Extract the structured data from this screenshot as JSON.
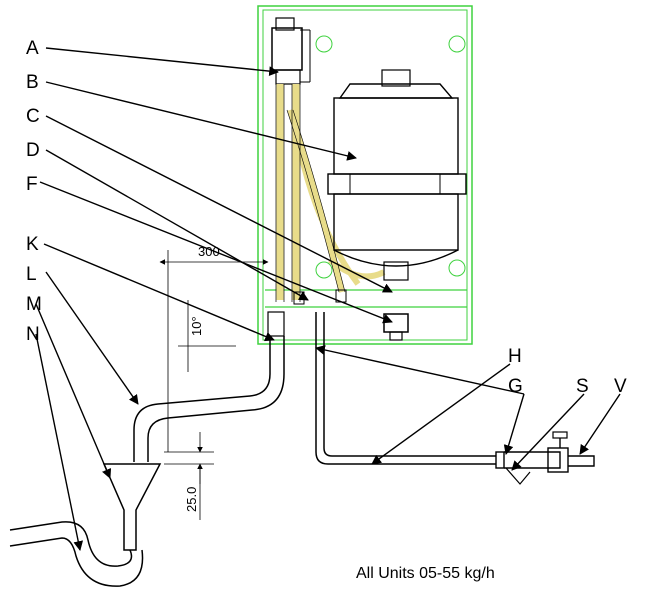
{
  "labels": {
    "A": "A",
    "B": "B",
    "C": "C",
    "D": "D",
    "F": "F",
    "K": "K",
    "L": "L",
    "M": "M",
    "N": "N",
    "H": "H",
    "G": "G",
    "S": "S",
    "V": "V"
  },
  "dimensions": {
    "horizontal": "300",
    "slope": "10°",
    "gap": "25.0"
  },
  "caption": "All Units 05-55 kg/h"
}
